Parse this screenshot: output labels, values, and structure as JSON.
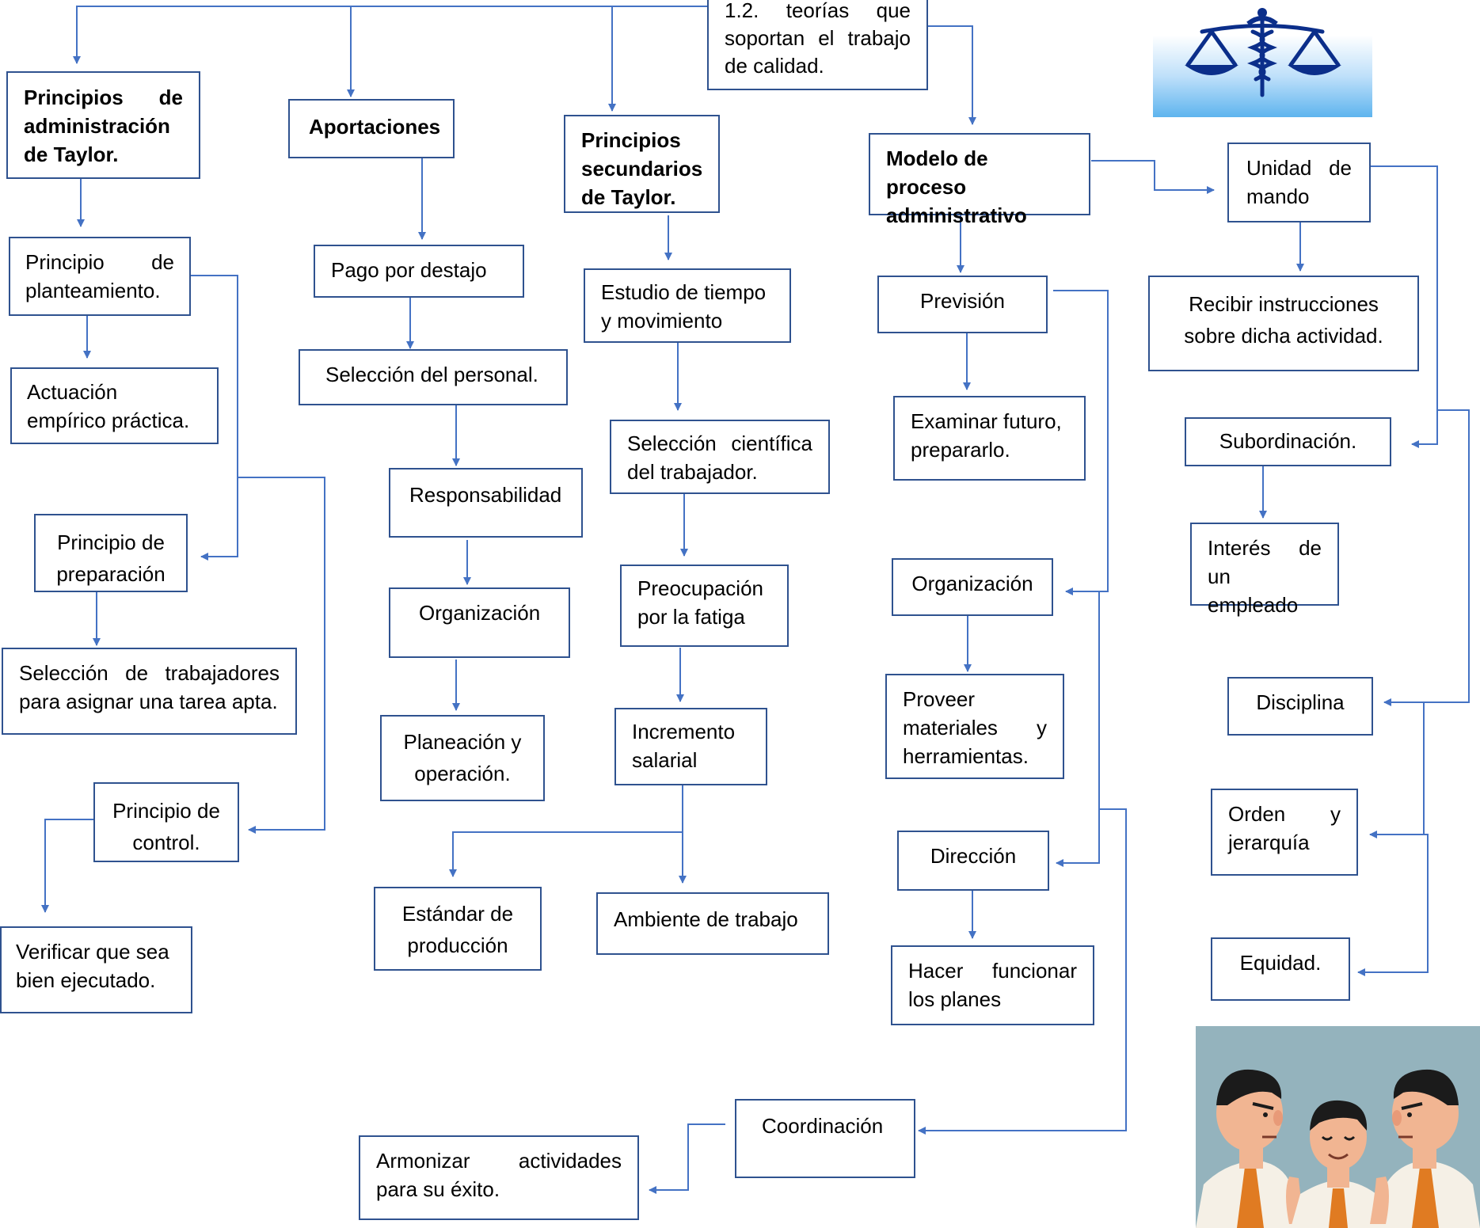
{
  "colors": {
    "connector": "#4472c4",
    "box_border": "#2f528f"
  },
  "root": "1.2. teorías que soportan el trabajo de calidad.",
  "taylor_principles": {
    "title": "Principios de administración de Taylor.",
    "planteamiento": "Principio de planteamiento.",
    "actuacion": "Actuación empírico práctica.",
    "preparacion": "Principio de preparación",
    "seleccion_trabajadores": "Selección de trabajadores para asignar una tarea apta.",
    "control": "Principio de control.",
    "verificar": "Verificar que sea bien ejecutado."
  },
  "aportaciones": {
    "title": "Aportaciones",
    "pago": "Pago por destajo",
    "seleccion_personal": "Selección del personal.",
    "responsabilidad": "Responsabilidad",
    "organizacion": "Organización",
    "planeacion": "Planeación y operación.",
    "estandar": "Estándar de producción",
    "ambiente": "Ambiente de trabajo"
  },
  "secundarios": {
    "title": "Principios secundarios de Taylor.",
    "estudio": "Estudio de tiempo y movimiento",
    "seleccion_cientifica": "Selección científica del trabajador.",
    "fatiga": "Preocupación por la fatiga",
    "incremento": "Incremento salarial"
  },
  "modelo": {
    "title": "Modelo de proceso administrativo",
    "prevision": "Previsión",
    "examinar": "Examinar futuro, prepararlo.",
    "organizacion": "Organización",
    "proveer": "Proveer materiales y herramientas.",
    "direccion": "Dirección",
    "hacer": "Hacer funcionar los planes",
    "coordinacion": "Coordinación",
    "armonizar": "Armonizar actividades para su éxito."
  },
  "unidad": {
    "title": "Unidad de mando",
    "recibir": "Recibir instrucciones sobre dicha actividad.",
    "subordinacion": "Subordinación.",
    "interes": "Interés de un empleado",
    "disciplina": "Disciplina",
    "orden": "Orden y jerarquía",
    "equidad": "Equidad."
  }
}
